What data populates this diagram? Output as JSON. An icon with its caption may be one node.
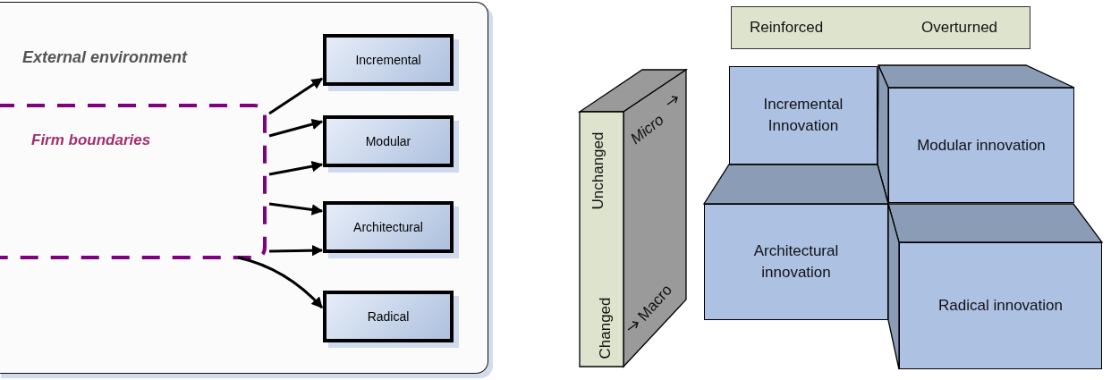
{
  "diagram": {
    "nodes": [
      {
        "text": [
          "External environment"
        ]
      },
      {
        "text": [
          "Firm boundaries"
        ],
        "in": 0
      },
      {
        "text": [
          "Incremental"
        ],
        "in": 0
      },
      {
        "text": [
          "Modular"
        ],
        "in": 0
      },
      {
        "text": [
          "Architectural"
        ],
        "in": 0
      },
      {
        "text": [
          "Radical"
        ],
        "in": 0
      },
      {
        "text": [
          "Reinforced",
          "Overturned"
        ]
      },
      {
        "text": [
          "Unchanged",
          "Changed",
          "Micro",
          "Macro"
        ]
      },
      {
        "text": [
          "Incremental Innovation"
        ]
      },
      {
        "text": [
          "Modular innovation"
        ]
      },
      {
        "text": [
          "Architectural innovation"
        ]
      },
      {
        "text": [
          "Radical innovation"
        ]
      }
    ],
    "edges": [
      {
        "from": 1,
        "to": 2,
        "arrow": "to"
      },
      {
        "from": 1,
        "to": 3,
        "arrow": "to"
      },
      {
        "from": 1,
        "to": 3,
        "arrow": "to"
      },
      {
        "from": 1,
        "to": 4,
        "arrow": "to"
      },
      {
        "from": 1,
        "to": 4,
        "arrow": "to"
      },
      {
        "from": 1,
        "to": 5,
        "arrow": "to"
      }
    ]
  }
}
